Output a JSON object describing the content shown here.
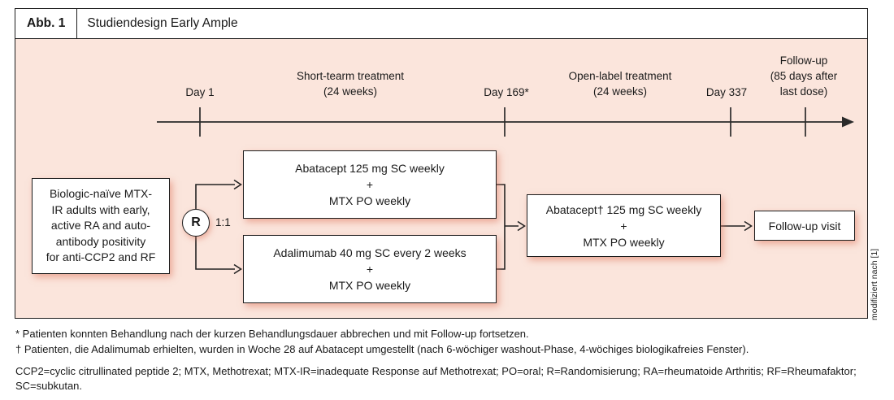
{
  "header": {
    "figure_label": "Abb. 1",
    "title": "Studiendesign Early Ample"
  },
  "timeline": {
    "day1": "Day 1",
    "short_term": {
      "line1": "Short-tearm treatment",
      "line2": "(24 weeks)"
    },
    "day169": "Day 169*",
    "open_label": {
      "line1": "Open-label treatment",
      "line2": "(24 weeks)"
    },
    "day337": "Day 337",
    "follow_up": {
      "line1": "Follow-up",
      "line2": "(85 days after",
      "line3": "last dose)"
    }
  },
  "diagram": {
    "population_lines": [
      "Biologic-naïve MTX-",
      "IR adults with early,",
      "active RA and auto-",
      "antibody positivity",
      "for anti-CCP2 and RF"
    ],
    "randomization": "R",
    "ratio": "1:1",
    "arm1_lines": [
      "Abatacept 125 mg SC weekly",
      "+",
      "MTX PO weekly"
    ],
    "arm2_lines": [
      "Adalimumab 40 mg SC every 2 weeks",
      "+",
      "MTX PO weekly"
    ],
    "open_label_lines": [
      "Abatacept† 125 mg SC weekly",
      "+",
      "MTX PO weekly"
    ],
    "followup_visit": "Follow-up visit",
    "source_note": "modifiziert nach [1]"
  },
  "footnotes": {
    "asterisk": "* Patienten konnten Behandlung nach der kurzen Behandlungsdauer abbrechen und mit Follow-up fortsetzen.",
    "dagger": "† Patienten, die Adalimumab erhielten, wurden in Woche 28 auf Abatacept umgestellt (nach 6-wöchiger washout-Phase, 4-wöchiges biologikafreies Fenster)."
  },
  "abbreviations": "CCP2=cyclic citrullinated peptide 2; MTX, Methotrexat; MTX-IR=inadequate Response auf Methotrexat; PO=oral; R=Randomisierung; RA=rheumatoide Arthritis; RF=Rheumafaktor; SC=subkutan.",
  "colors": {
    "panel_background": "#fbe5dc",
    "border": "#1c1c1c",
    "glow": "#de7860"
  }
}
